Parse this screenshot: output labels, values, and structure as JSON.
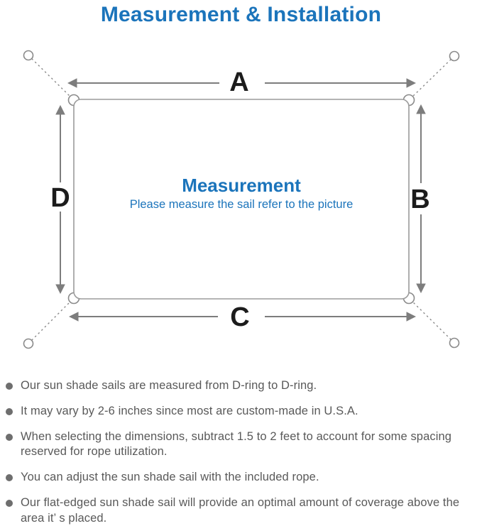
{
  "title": "Measurement & Installation",
  "diagram": {
    "labels": {
      "top": "A",
      "right": "B",
      "bottom": "C",
      "left": "D"
    },
    "center_heading": "Measurement",
    "center_caption": "Please measure the sail refer to the picture"
  },
  "notes": {
    "items": [
      {
        "text": "Our sun shade sails are measured from D-ring to D-ring."
      },
      {
        "text": "It may vary by 2-6 inches since most are custom-made in U.S.A."
      },
      {
        "text": "When selecting the dimensions, subtract 1.5 to 2 feet to account for some spacing reserved for rope utilization."
      },
      {
        "text": "You can adjust the sun shade sail with the included rope."
      },
      {
        "text": "Our flat-edged sun shade sail will provide an optimal amount of coverage above the area it’ s placed."
      }
    ]
  },
  "colors": {
    "accent_blue": "#1b74bb",
    "line_gray": "#8a8a8a",
    "outline_gray": "#9b9b9b",
    "arrow_gray": "#7d7d7d",
    "label_black": "#1c1c1c",
    "note_text_gray": "#595959",
    "bullet_dot_gray": "#6e6e6e",
    "page_bg": "#ffffff"
  }
}
